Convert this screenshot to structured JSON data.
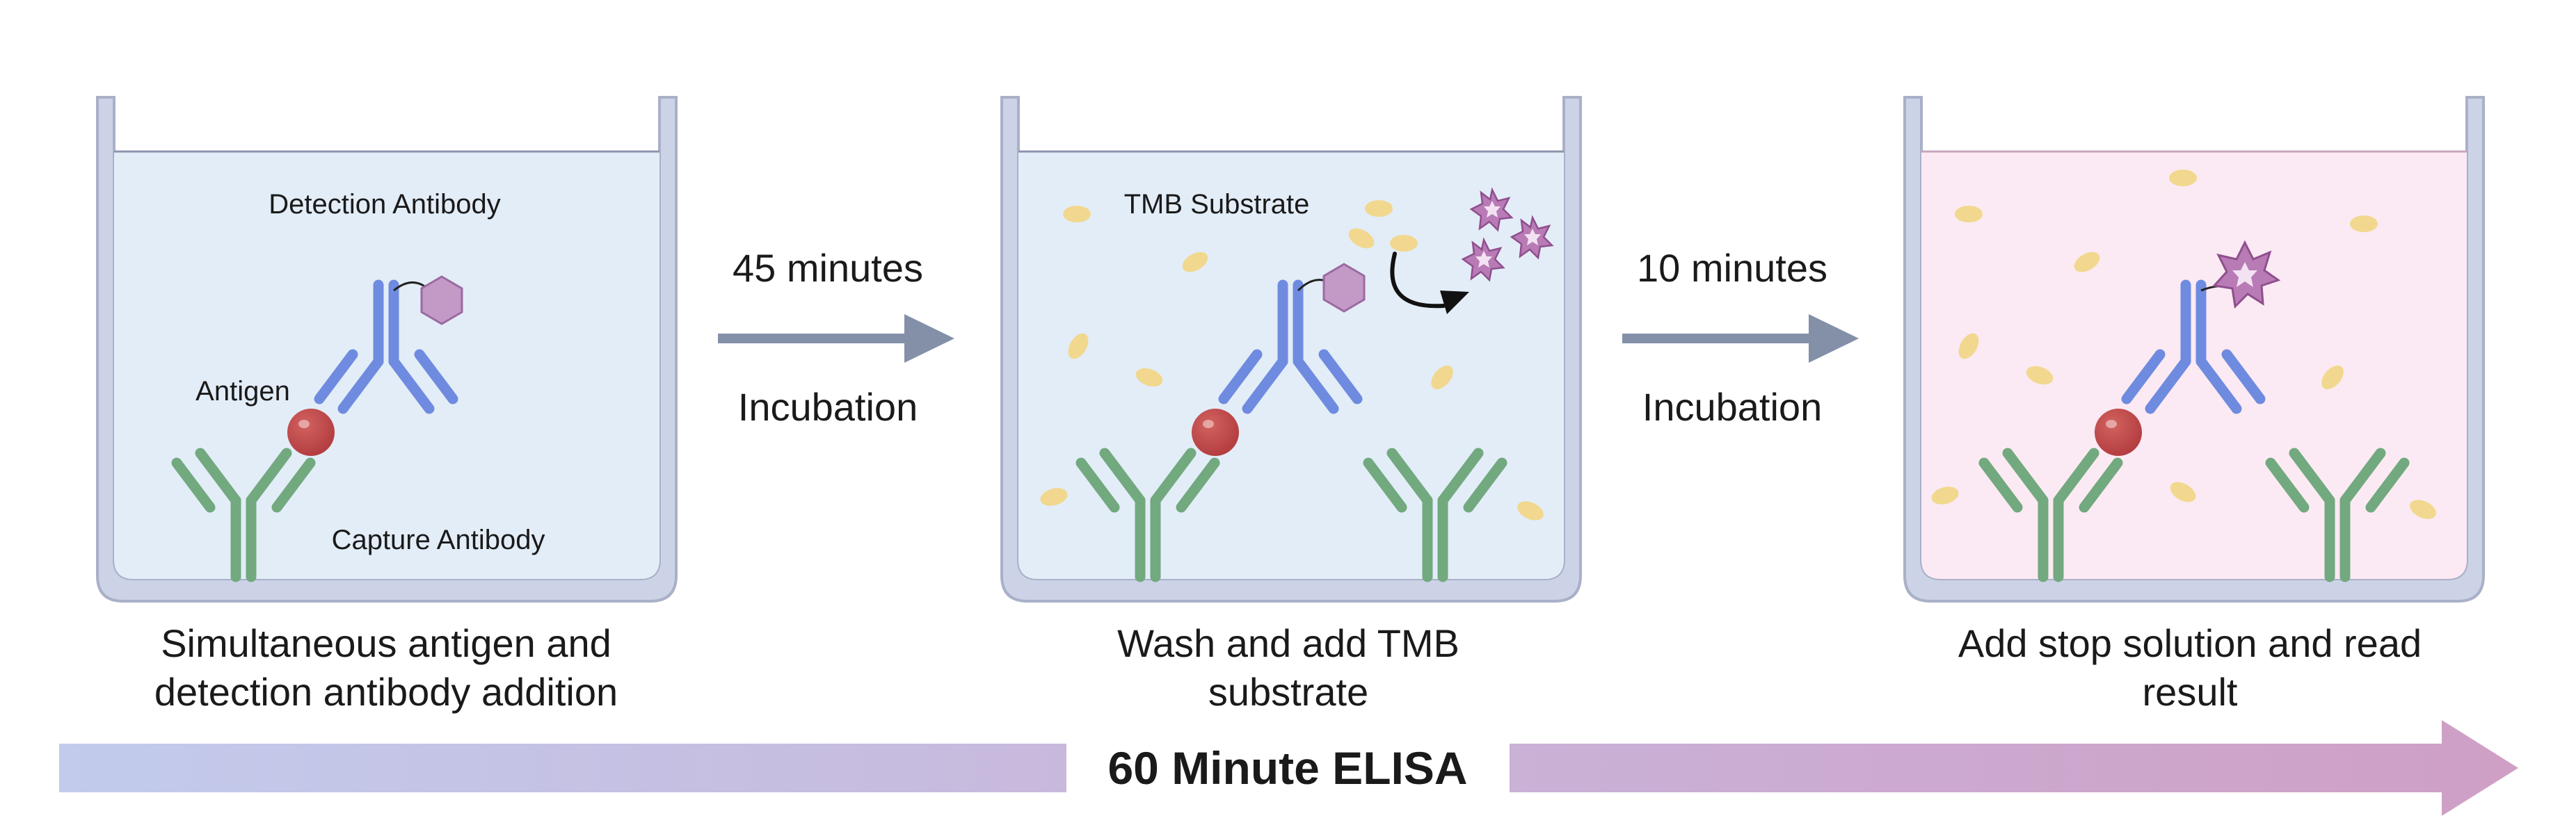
{
  "panels": [
    {
      "labels": {
        "detection": "Detection Antibody",
        "antigen": "Antigen",
        "capture": "Capture Antibody"
      },
      "caption": [
        "Simultaneous antigen and",
        "detection antibody addition"
      ]
    },
    {
      "labels": {
        "substrate": "TMB Substrate"
      },
      "caption": [
        "Wash and add TMB",
        "substrate"
      ]
    },
    {
      "caption": [
        "Add stop solution and read",
        "result"
      ]
    }
  ],
  "steps": [
    {
      "time": "45 minutes",
      "action": "Incubation"
    },
    {
      "time": "10 minutes",
      "action": "Incubation"
    }
  ],
  "timeline": {
    "title": "60 Minute ELISA"
  },
  "colors": {
    "well_border": "#a9b0c8",
    "well_liquid_blue": "#e3edf8",
    "well_liquid_pink": "#fbeaf3",
    "capture_antibody": "#72a97f",
    "detection_antibody": "#6f8be0",
    "antigen": "#c0494a",
    "enzyme": "#c39ac5",
    "substrate_particle": "#f1d88e",
    "signal": "#b87bb6",
    "step_arrow": "#8390a8",
    "timeline_start": "#c2cbec",
    "timeline_end": "#cf9fc6"
  },
  "icons": {
    "capture": "y-antibody-icon",
    "detection": "y-antibody-icon",
    "antigen": "sphere-icon",
    "enzyme": "hexagon-icon",
    "signal": "star-icon",
    "particle": "oval-icon"
  }
}
